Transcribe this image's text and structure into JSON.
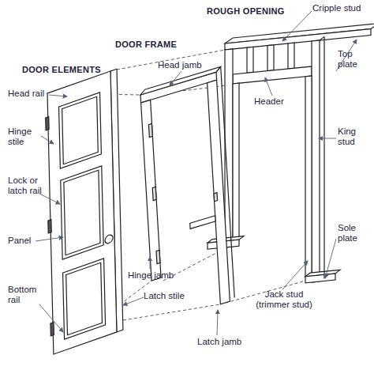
{
  "diagram": {
    "labels": [
      "ROUGH OPENING",
      "DOOR FRAME",
      "DOOR ELEMENTS",
      "Cripple stud",
      "Head jamb",
      "Top plate",
      "Header",
      "King stud",
      "Head rail",
      "Hinge stile",
      "Lock or latch rail",
      "Panel",
      "Bottom rail",
      "Hinge jamb",
      "Latch stile",
      "Sole plate",
      "Jack stud (trimmer stud)",
      "Latch jamb"
    ]
  }
}
